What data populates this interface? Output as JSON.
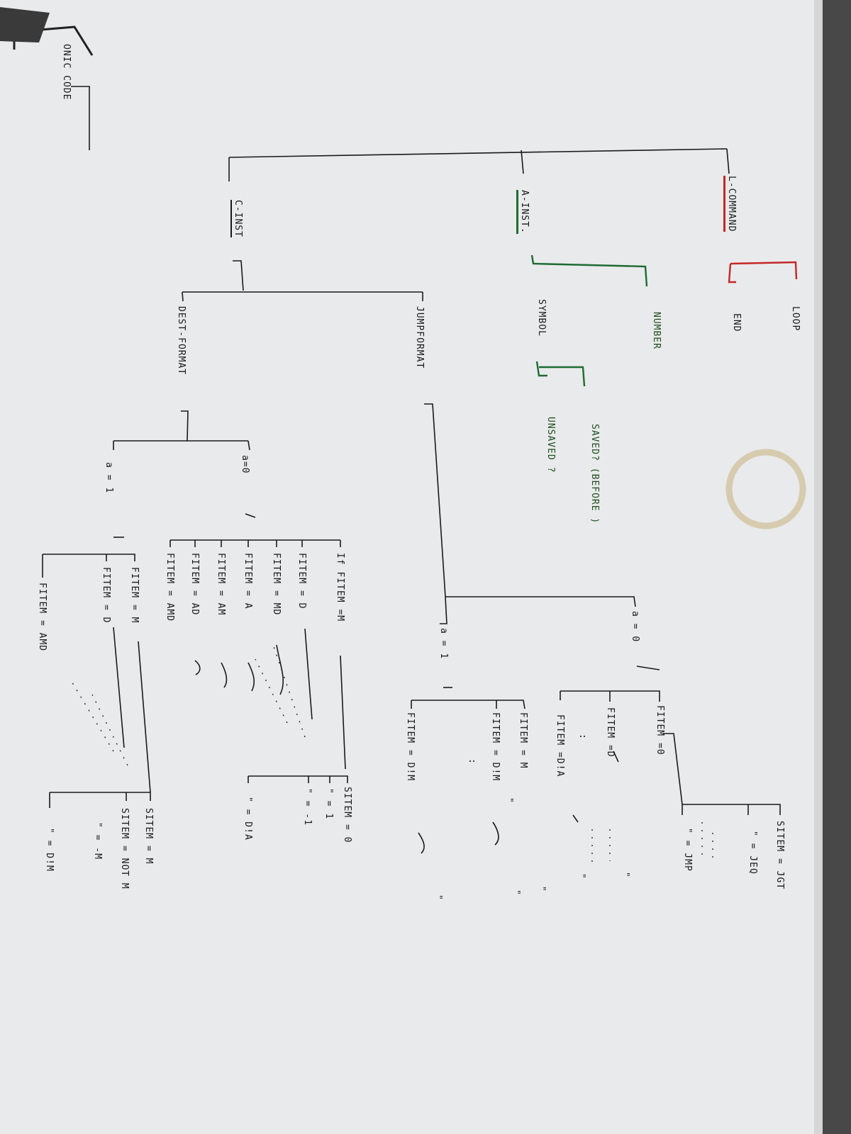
{
  "colors": {
    "paper": "#e9eaeb",
    "ink": "#1a1a1a",
    "red": "#c62626",
    "green": "#1d6b33",
    "stain": "#c9b07e"
  },
  "labels": {
    "root": "ONIC CODE",
    "l_command": "L-COMMAND",
    "loop": "LOOP",
    "end": "END",
    "a_inst": "A-INST.",
    "number": "NUMBER",
    "symbol": "SYMBOL",
    "saved": "SAVED? (BEFORE )",
    "unsaved": "UNSAVED ?",
    "c_inst": "C-INST",
    "jumpformat": "JUMPFORMAT",
    "destformat": "DEST-FORMAT",
    "jf_a0": "a = 0",
    "jf_a0_c1": "FITEM =0",
    "jf_a0_c2": "FITEM =D",
    "jf_a0_c3": "FITEM =D!A",
    "jf_a0_dots": ":",
    "jf_s1": "SITEM = JGT",
    "jf_s2": "\" = JEQ",
    "jf_s3": "\" = JMP",
    "jf_a1": "a = 1",
    "jf_a1_c1": "FITEM = M",
    "jf_a1_c2": "FITEM = D!M",
    "jf_a1_c3": "FITEM = D!M",
    "jf_a1_dots": ":",
    "q1": "\"",
    "q2": "\"",
    "q3": "\"",
    "q4": "\"",
    "q5": "\"",
    "q6": "\"",
    "df_a0": "a=0",
    "df_a0_c1": "If FITEM =M",
    "df_a0_c2": "FITEM = D",
    "df_a0_c3": "FITEM = MD",
    "df_a0_c4": "FITEM = A",
    "df_a0_c5": "FITEM = AM",
    "df_a0_c6": "FITEM = AD",
    "df_a0_c7": "FITEM = AMD",
    "df_s1": "SITEM = 0",
    "df_s2": "\" = 1",
    "df_s3": "\" = -1",
    "df_s4": "\" = D!A",
    "df_a1": "a = 1",
    "df_a1_c1": "FITEM = M",
    "df_a1_c2": "FITEM = D",
    "df_a1_c3": "FITEM = AMD",
    "df_a1_s1": "SITEM = M",
    "df_a1_s2": "SITEM = NOT M",
    "df_a1_s3": "\" = -M",
    "df_a1_s4": "\" = D!M"
  }
}
